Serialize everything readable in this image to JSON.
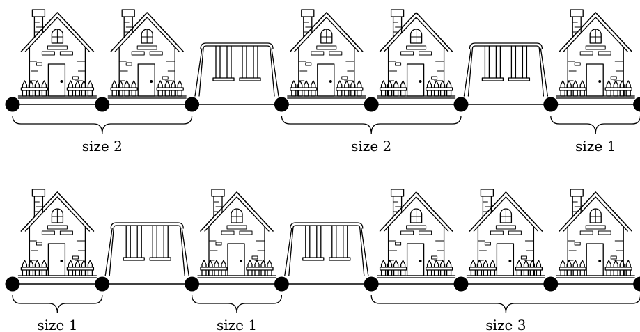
{
  "rows": [
    {
      "lots": [
        "house",
        "house",
        "swing",
        "house",
        "house",
        "swing",
        "house"
      ],
      "groups": [
        {
          "from": 0,
          "to": 2,
          "label": "size 2"
        },
        {
          "from": 3,
          "to": 5,
          "label": "size 2"
        },
        {
          "from": 6,
          "to": 7,
          "label": "size 1"
        }
      ]
    },
    {
      "lots": [
        "house",
        "swing",
        "house",
        "swing",
        "house",
        "house",
        "house"
      ],
      "groups": [
        {
          "from": 0,
          "to": 1,
          "label": "size 1"
        },
        {
          "from": 2,
          "to": 3,
          "label": "size 1"
        },
        {
          "from": 4,
          "to": 7,
          "label": "size 3"
        }
      ]
    }
  ],
  "colors": {
    "ink": "#000000",
    "paper": "#ffffff"
  },
  "icons": {
    "house": "house-icon",
    "swing": "swing-set-icon",
    "node": "node-dot"
  }
}
